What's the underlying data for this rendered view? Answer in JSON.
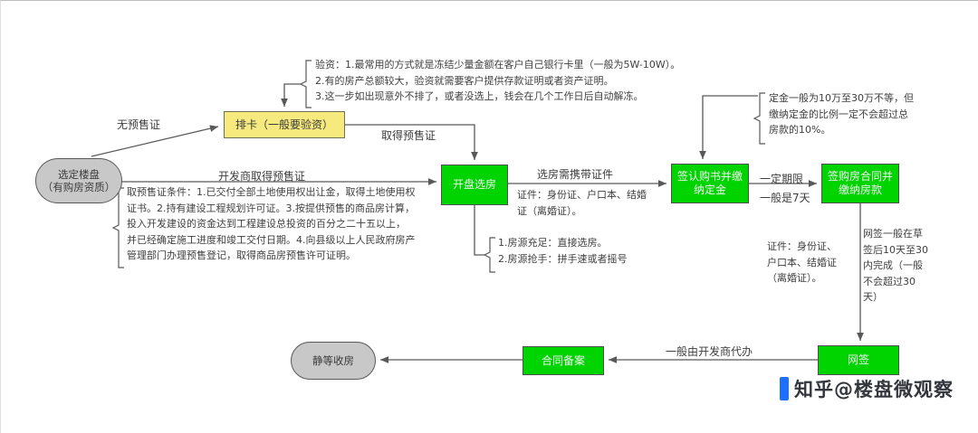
{
  "nodes": {
    "start": {
      "label": "选定楼盘\n（有购房资质）"
    },
    "paika": {
      "label": "排卡（一般要验资）"
    },
    "kaipan": {
      "label": "开盘选房"
    },
    "rengou": {
      "label": "签认购书并缴\n纳定金"
    },
    "hetong": {
      "label": "签购房合同并\n缴纳房款"
    },
    "wangqian": {
      "label": "网签"
    },
    "beian": {
      "label": "合同备案"
    },
    "shoufang": {
      "label": "静等收房"
    }
  },
  "edge_labels": {
    "no_presale": "无预售证",
    "got_presale": "取得预售证",
    "dev_got_presale": "开发商取得预售证",
    "need_docs": "选房需携带证件",
    "fixed_period": "一定期限",
    "usually_7days": "一般是7天",
    "dev_agent": "一般由开发商代办"
  },
  "notes": {
    "yanzi": "验资：1.最常用的方式就是冻结少量金额在客户自己银行卡里（一般为5W-10W）。\n2.有的房产总额较大，验资就需要客户提供存款证明或者资产证明。\n3.这一步如出现意外不排了，或者没选上，钱会在几个工作日后自动解冻。",
    "dingjin": "定金一般为10万至30万不等，但\n缴纳定金的比例一定不会超过总\n房款的10%。",
    "presale_cond": "取预售证条件：1.已交付全部土地使用权出让金，取得土地使用权\n证书。2.持有建设工程规划许可证。3.按提供预售的商品房计算，\n投入开发建设的资金达到工程建设总投资的百分之二十五以上，\n并已经确定施工进度和竣工交付日期。4.向县级以上人民政府房产\n管理部门办理预售登记，取得商品房预售许可证明。",
    "xuanfang_docs": "证件：身份证、户口本、结婚\n证（离婚证）。",
    "fangyuan": "1.房源充足：直接选房。\n2.房源抢手：拼手速或者摇号",
    "wangqian_docs": "证件：身份证、\n户口本、结婚证\n（离婚证）。",
    "wangqian_time": "网签一般在草\n签后10天至30\n内完成（一般\n不会超过30\n天）"
  },
  "watermark": {
    "text": "知乎@楼盘微观察"
  },
  "colors": {
    "node_green": "#00d400",
    "node_yellow": "#f6e97e",
    "node_gray": "#c8c8c8",
    "line": "#595959",
    "zhihu_blue": "#1e6fff"
  }
}
